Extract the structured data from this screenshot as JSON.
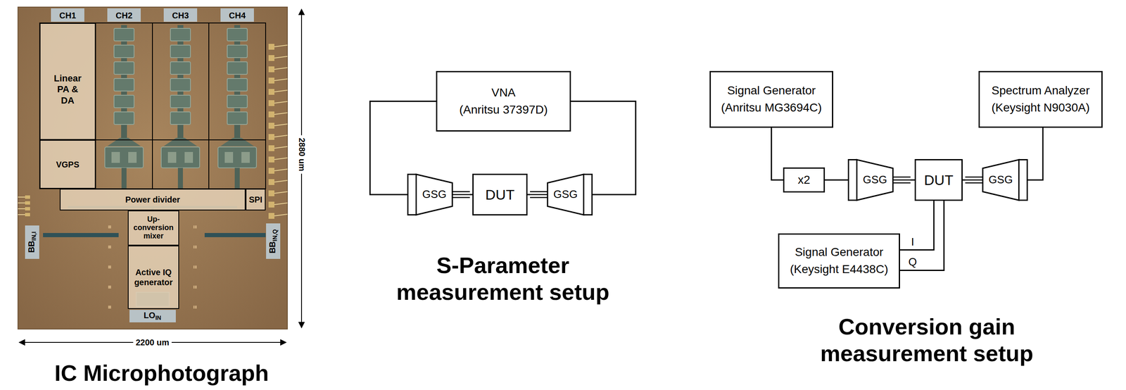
{
  "diagram": {
    "nodes": [
      {
        "text": [
          "Linear PA & DA"
        ]
      },
      {
        "text": [
          "VGPS"
        ]
      },
      {
        "text": [
          "Power divider"
        ]
      },
      {
        "text": [
          "SPI"
        ]
      },
      {
        "text": [
          "Up-conversion mixer"
        ]
      },
      {
        "text": [
          "Active IQ generator"
        ]
      },
      {
        "text": [
          "VNA",
          "(Anritsu 37397D)"
        ]
      },
      {
        "text": [
          "GSG"
        ]
      },
      {
        "text": [
          "DUT"
        ]
      },
      {
        "text": [
          "GSG"
        ]
      },
      {
        "text": [
          "Signal Generator",
          "(Anritsu MG3694C)"
        ]
      },
      {
        "text": [
          "Spectrum Analyzer",
          "(Keysight N9030A)"
        ]
      },
      {
        "text": [
          "x2"
        ]
      },
      {
        "text": [
          "GSG"
        ]
      },
      {
        "text": [
          "DUT"
        ]
      },
      {
        "text": [
          "GSG"
        ]
      },
      {
        "text": [
          "Signal Generator",
          "(Keysight E4438C)"
        ]
      }
    ],
    "edges": [
      {
        "from": 6,
        "to": 7,
        "arrow": "none"
      },
      {
        "from": 6,
        "to": 9,
        "arrow": "none"
      },
      {
        "from": 7,
        "to": 8,
        "arrow": "none"
      },
      {
        "from": 9,
        "to": 8,
        "arrow": "none"
      },
      {
        "from": 10,
        "to": 12,
        "arrow": "none"
      },
      {
        "from": 12,
        "to": 13,
        "arrow": "none"
      },
      {
        "from": 13,
        "to": 14,
        "arrow": "none"
      },
      {
        "from": 15,
        "to": 14,
        "arrow": "none"
      },
      {
        "from": 15,
        "to": 11,
        "arrow": "none"
      },
      {
        "from": 16,
        "to": 14,
        "label": "I",
        "arrow": "none"
      },
      {
        "from": 16,
        "to": 14,
        "label": "Q",
        "arrow": "none"
      }
    ],
    "labels": [
      "CH1",
      "CH2",
      "CH3",
      "CH4",
      "BB",
      "IN,I",
      "BB",
      "IN,Q",
      "LO",
      "IN",
      "2200 um",
      "2880 um",
      "IC Microphotograph",
      "S-Parameter measurement setup",
      "Conversion gain measurement setup"
    ]
  }
}
